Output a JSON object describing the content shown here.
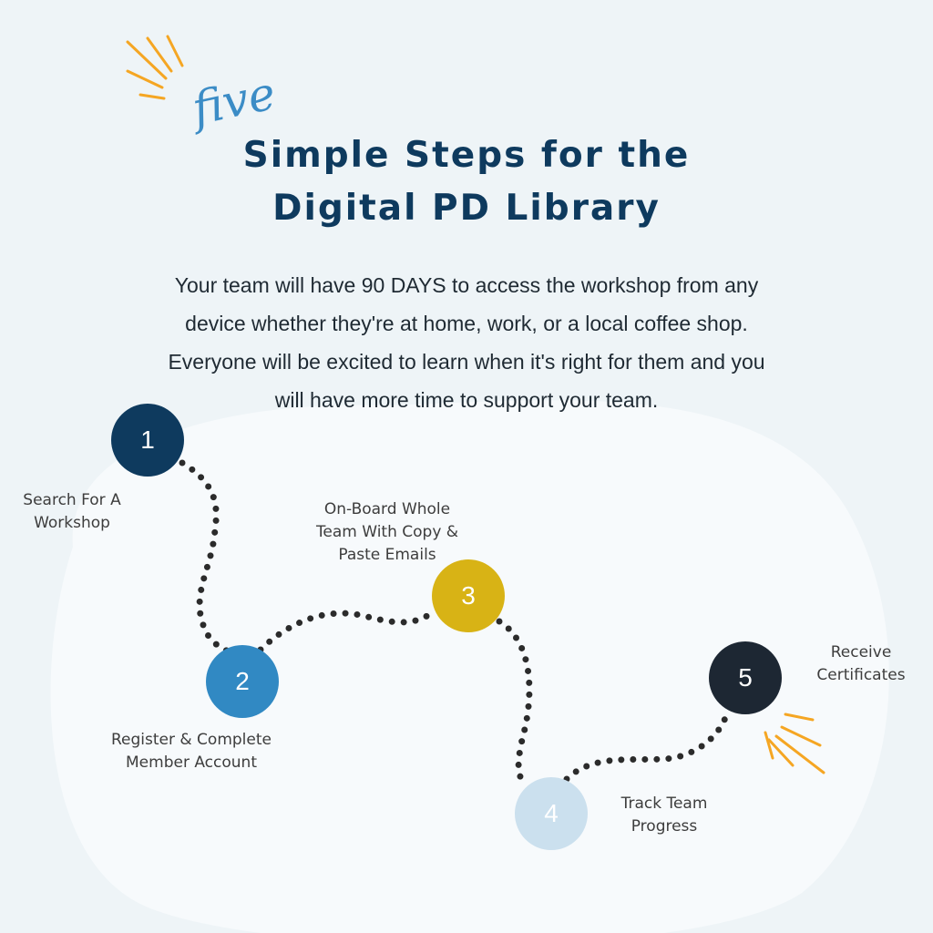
{
  "title": {
    "accent": "five",
    "line1": "Simple Steps for the",
    "line2": "Digital PD Library"
  },
  "intro": {
    "line1": "Your team will have 90 DAYS to access the workshop from any",
    "line2": "device whether they're at home, work, or a local coffee shop.",
    "line3": "Everyone will be excited to learn when it's right for them and you",
    "line4": "will have more time to support your team."
  },
  "steps": [
    {
      "number": "1",
      "label_line1": "Search For A",
      "label_line2": "Workshop",
      "color": "#0e3a5e"
    },
    {
      "number": "2",
      "label_line1": "Register & Complete",
      "label_line2": "Member Account",
      "color": "#3189c3"
    },
    {
      "number": "3",
      "label_line1": "On-Board Whole",
      "label_line2": "Team With Copy &",
      "label_line3": "Paste Emails",
      "color": "#d8b315"
    },
    {
      "number": "4",
      "label_line1": "Track Team",
      "label_line2": "Progress",
      "color": "#cbe0ee"
    },
    {
      "number": "5",
      "label_line1": "Receive",
      "label_line2": "Certificates",
      "color": "#1d2733"
    }
  ],
  "colors": {
    "background": "#eef4f7",
    "blob": "#f7fafc",
    "heading": "#0e3a5e",
    "accent_script": "#3b8cc6",
    "sunburst": "#f5a623",
    "path_dots": "#2b2b2b"
  },
  "icons": [
    "sunburst-top-left",
    "sunburst-bottom-right"
  ]
}
